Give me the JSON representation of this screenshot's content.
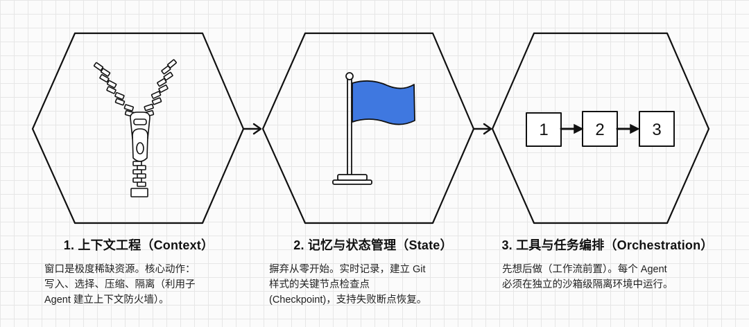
{
  "steps": [
    {
      "title": "1. 上下文工程（Context）",
      "lines": [
        "窗口是极度稀缺资源。核心动作：",
        "写入、选择、压缩、隔离（利用子",
        "Agent 建立上下文防火墙）。"
      ],
      "icon": "zipper-icon"
    },
    {
      "title": "2. 记忆与状态管理（State）",
      "lines": [
        "摒弃从零开始。实时记录，建立 Git",
        "样式的关键节点检查点",
        "(Checkpoint)，支持失败断点恢复。"
      ],
      "icon": "flag-icon",
      "flag_color": "#3f78e0"
    },
    {
      "title": "3. 工具与任务编排（Orchestration）",
      "lines": [
        "先想后做（工作流前置）。每个 Agent",
        "必须在独立的沙箱级隔离环境中运行。"
      ],
      "icon": "sequence-icon",
      "boxes": [
        "1",
        "2",
        "3"
      ]
    }
  ]
}
